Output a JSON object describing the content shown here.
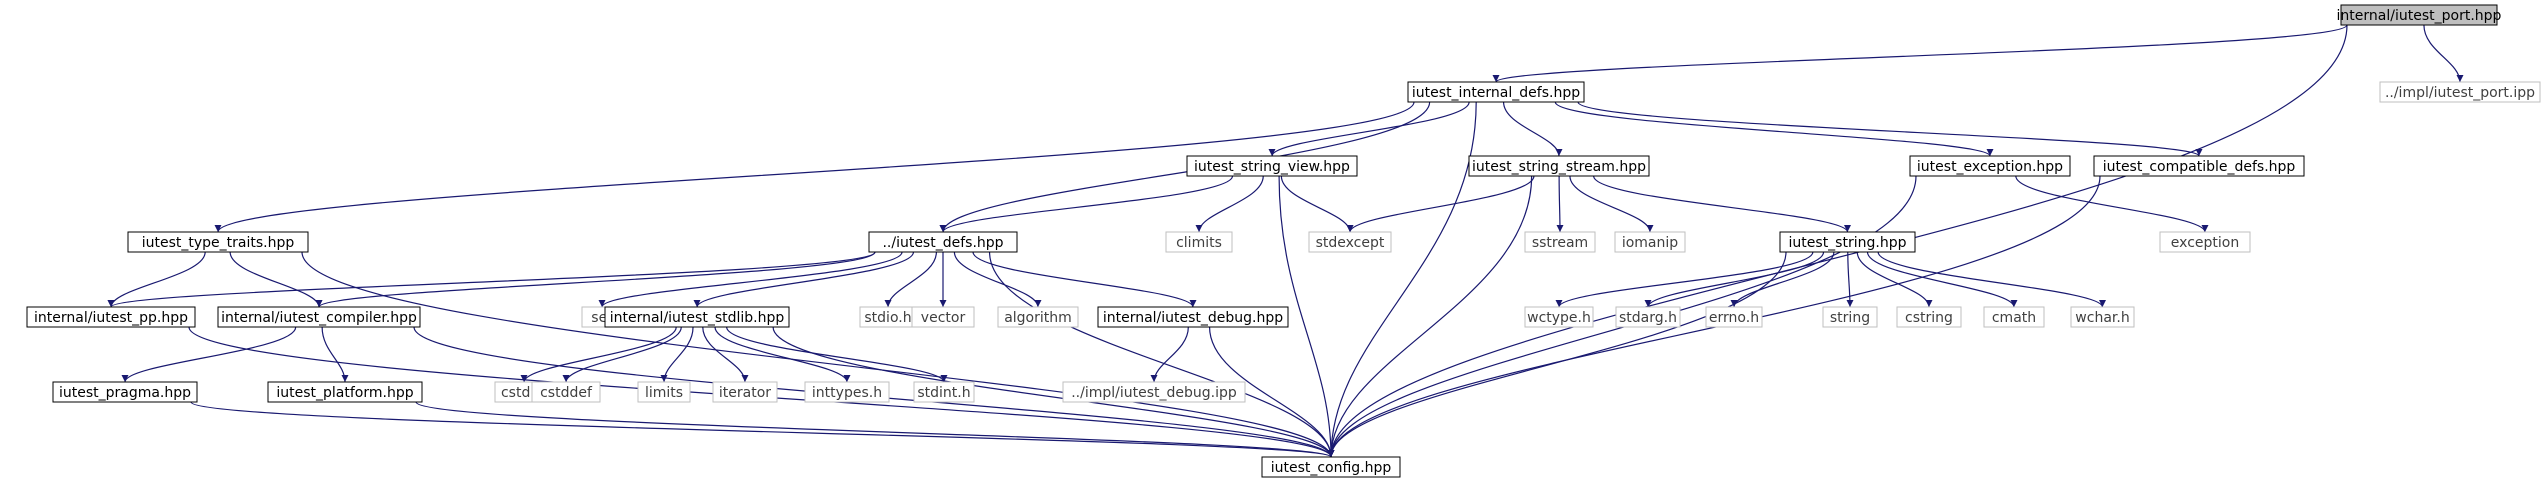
{
  "colors": {
    "edge": "#191970",
    "border": "#000000",
    "border_missing": "#bfbfbf",
    "text": "#000000",
    "text_missing": "#404040",
    "root_fill": "#bfbfbf",
    "fill": "#ffffff"
  },
  "nodes": {
    "port": {
      "label": "internal/iutest_port.hpp"
    },
    "internal_defs": {
      "label": "iutest_internal_defs.hpp"
    },
    "impl_port": {
      "label": "../impl/iutest_port.ipp"
    },
    "type_traits": {
      "label": "iutest_type_traits.hpp"
    },
    "string_view": {
      "label": "iutest_string_view.hpp"
    },
    "string_stream": {
      "label": "iutest_string_stream.hpp"
    },
    "exception_hpp": {
      "label": "iutest_exception.hpp"
    },
    "compatible_defs": {
      "label": "iutest_compatible_defs.hpp"
    },
    "defs": {
      "label": "../iutest_defs.hpp"
    },
    "climits": {
      "label": "climits"
    },
    "stdexcept": {
      "label": "stdexcept"
    },
    "sstream": {
      "label": "sstream"
    },
    "iomanip": {
      "label": "iomanip"
    },
    "string_hpp": {
      "label": "iutest_string.hpp"
    },
    "exception": {
      "label": "exception"
    },
    "pp": {
      "label": "internal/iutest_pp.hpp"
    },
    "compiler": {
      "label": "internal/iutest_compiler.hpp"
    },
    "set": {
      "label": "set"
    },
    "stdlib": {
      "label": "internal/iutest_stdlib.hpp"
    },
    "stdio": {
      "label": "stdio.h"
    },
    "vector": {
      "label": "vector"
    },
    "algorithm": {
      "label": "algorithm"
    },
    "debug": {
      "label": "internal/iutest_debug.hpp"
    },
    "wctype": {
      "label": "wctype.h"
    },
    "stdarg": {
      "label": "stdarg.h"
    },
    "errno": {
      "label": "errno.h"
    },
    "string": {
      "label": "string"
    },
    "cstring": {
      "label": "cstring"
    },
    "cmath": {
      "label": "cmath"
    },
    "wchar": {
      "label": "wchar.h"
    },
    "pragma": {
      "label": "iutest_pragma.hpp"
    },
    "platform": {
      "label": "iutest_platform.hpp"
    },
    "cstdlib": {
      "label": "cstdlib"
    },
    "cstddef": {
      "label": "cstddef"
    },
    "limits": {
      "label": "limits"
    },
    "iterator": {
      "label": "iterator"
    },
    "inttypes": {
      "label": "inttypes.h"
    },
    "stdint": {
      "label": "stdint.h"
    },
    "impl_debug": {
      "label": "../impl/iutest_debug.ipp"
    },
    "config": {
      "label": "iutest_config.hpp"
    }
  },
  "edges": [
    [
      "port",
      "internal_defs"
    ],
    [
      "port",
      "impl_port"
    ],
    [
      "port",
      "config"
    ],
    [
      "internal_defs",
      "type_traits"
    ],
    [
      "internal_defs",
      "defs"
    ],
    [
      "internal_defs",
      "string_view"
    ],
    [
      "internal_defs",
      "string_stream"
    ],
    [
      "internal_defs",
      "exception_hpp"
    ],
    [
      "internal_defs",
      "compatible_defs"
    ],
    [
      "internal_defs",
      "config"
    ],
    [
      "type_traits",
      "pp"
    ],
    [
      "type_traits",
      "compiler"
    ],
    [
      "type_traits",
      "config"
    ],
    [
      "string_view",
      "defs"
    ],
    [
      "string_view",
      "climits"
    ],
    [
      "string_view",
      "stdexcept"
    ],
    [
      "string_view",
      "config"
    ],
    [
      "string_stream",
      "stdexcept"
    ],
    [
      "string_stream",
      "sstream"
    ],
    [
      "string_stream",
      "iomanip"
    ],
    [
      "string_stream",
      "string_hpp"
    ],
    [
      "string_stream",
      "config"
    ],
    [
      "exception_hpp",
      "exception"
    ],
    [
      "exception_hpp",
      "config"
    ],
    [
      "compatible_defs",
      "config"
    ],
    [
      "defs",
      "pp"
    ],
    [
      "defs",
      "compiler"
    ],
    [
      "defs",
      "set"
    ],
    [
      "defs",
      "stdlib"
    ],
    [
      "defs",
      "stdio"
    ],
    [
      "defs",
      "vector"
    ],
    [
      "defs",
      "algorithm"
    ],
    [
      "defs",
      "debug"
    ],
    [
      "defs",
      "config"
    ],
    [
      "string_hpp",
      "wctype"
    ],
    [
      "string_hpp",
      "stdarg"
    ],
    [
      "string_hpp",
      "errno"
    ],
    [
      "string_hpp",
      "string"
    ],
    [
      "string_hpp",
      "cstring"
    ],
    [
      "string_hpp",
      "cmath"
    ],
    [
      "string_hpp",
      "wchar"
    ],
    [
      "string_hpp",
      "config"
    ],
    [
      "pp",
      "config"
    ],
    [
      "compiler",
      "pragma"
    ],
    [
      "compiler",
      "platform"
    ],
    [
      "compiler",
      "config"
    ],
    [
      "stdlib",
      "cstdlib"
    ],
    [
      "stdlib",
      "cstddef"
    ],
    [
      "stdlib",
      "limits"
    ],
    [
      "stdlib",
      "iterator"
    ],
    [
      "stdlib",
      "inttypes"
    ],
    [
      "stdlib",
      "stdint"
    ],
    [
      "stdlib",
      "config"
    ],
    [
      "debug",
      "impl_debug"
    ],
    [
      "debug",
      "config"
    ],
    [
      "pragma",
      "config"
    ],
    [
      "platform",
      "config"
    ]
  ]
}
